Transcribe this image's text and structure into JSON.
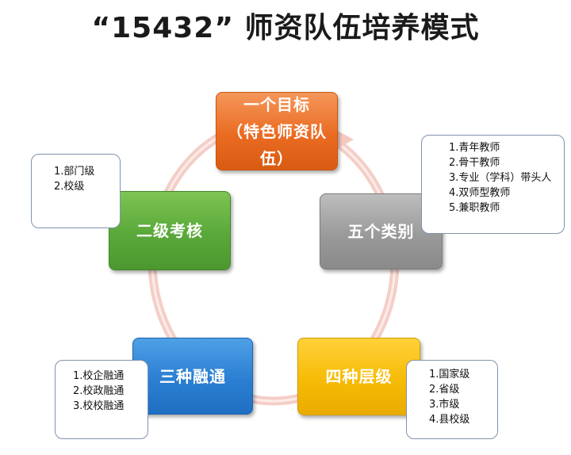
{
  "title": "“15432”  师资队伍培养模式",
  "colors": {
    "goal": "#ea6b22",
    "category": "#9a9a9a",
    "level": "#f6bb06",
    "fusion": "#2b7fd2",
    "assess": "#5aa83a",
    "ring": "#f2c4bd"
  },
  "nodes": {
    "goal": {
      "line1": "一个目标",
      "line2": "（特色师资队伍）"
    },
    "category": {
      "label": "五个类别"
    },
    "level": {
      "label": "四种层级"
    },
    "fusion": {
      "label": "三种融通"
    },
    "assess": {
      "label": "二级考核"
    }
  },
  "notes": {
    "assess": [
      "1.部门级",
      "2.校级"
    ],
    "category": [
      "1.青年教师",
      "2.骨干教师",
      "3.专业（学科）带头人",
      "4.双师型教师",
      "5.兼职教师"
    ],
    "level": [
      "1.国家级",
      "2.省级",
      "3.市级",
      "4.县校级"
    ],
    "fusion": [
      "1.校企融通",
      "2.校政融通",
      "3.校校融通"
    ]
  }
}
